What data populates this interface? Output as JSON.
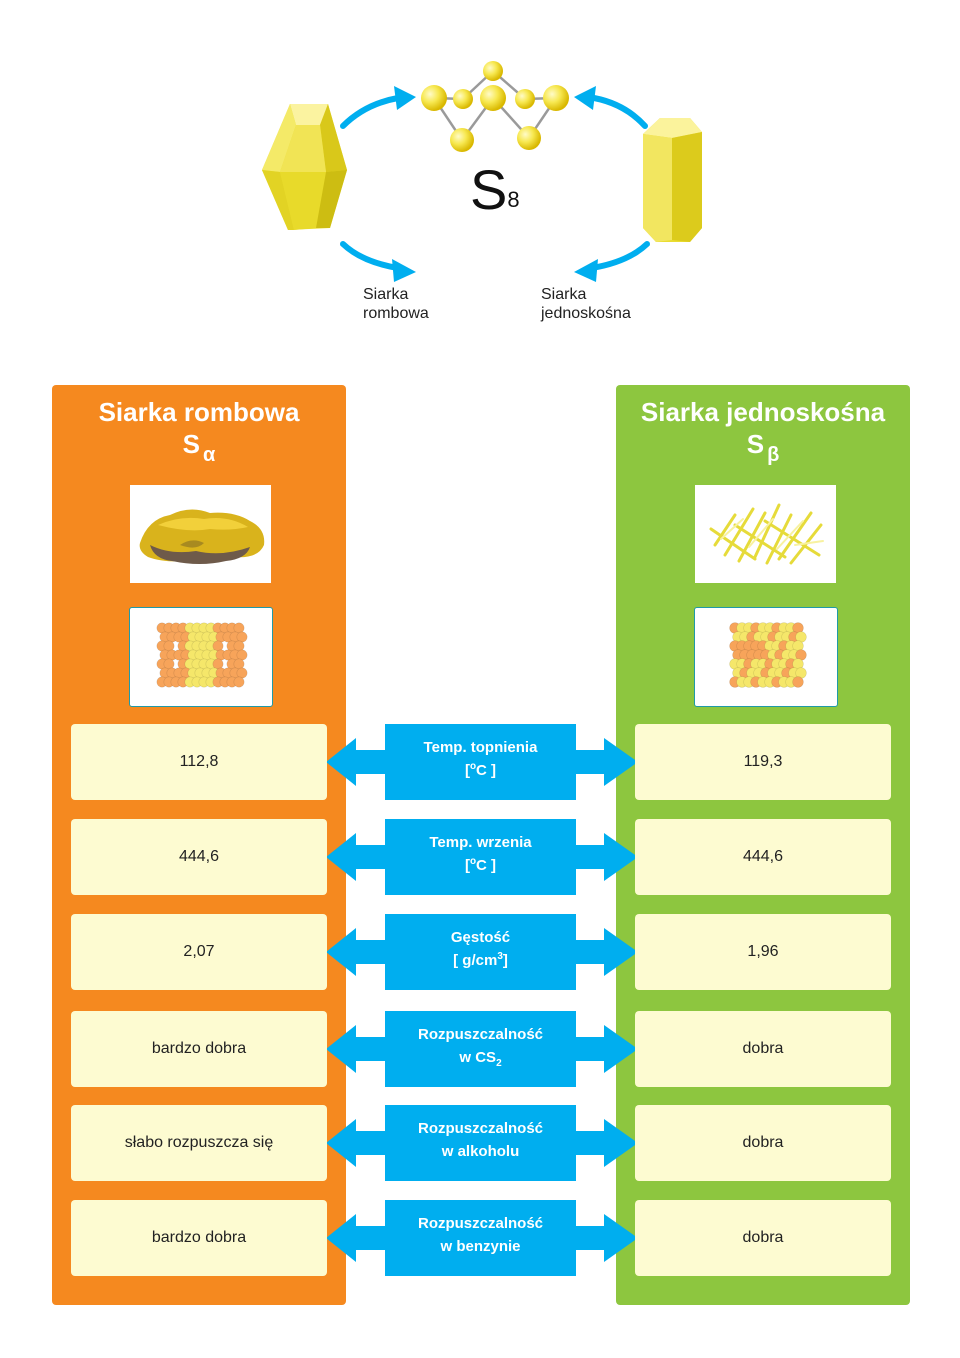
{
  "top": {
    "formula_main": "S",
    "formula_sub": "8",
    "label_left_line1": "Siarka",
    "label_left_line2": "rombowa",
    "label_right_line1": "Siarka",
    "label_right_line2": "jednoskośna"
  },
  "left": {
    "title": "Siarka rombowa",
    "symbol": "S",
    "symbol_sub": "α",
    "color": "#f5891f",
    "values": [
      "112,8",
      "444,6",
      "2,07",
      "bardzo dobra",
      "słabo rozpuszcza się",
      "bardzo dobra"
    ]
  },
  "right": {
    "title": "Siarka jednoskośna",
    "symbol": "S",
    "symbol_sub": "β",
    "color": "#8dc63f",
    "values": [
      "119,3",
      "444,6",
      "1,96",
      "dobra",
      "dobra",
      "dobra"
    ]
  },
  "properties": [
    {
      "line1": "Temp. topnienia",
      "line2_pre": "[",
      "sup": "o",
      "line2_post": "C ]",
      "sub": ""
    },
    {
      "line1": "Temp. wrzenia",
      "line2_pre": "[",
      "sup": "o",
      "line2_post": "C ]",
      "sub": ""
    },
    {
      "line1": "Gęstość",
      "line2_pre": "[ g/cm",
      "sup": "3",
      "line2_post": "]",
      "sub": ""
    },
    {
      "line1": "Rozpuszczalność",
      "line2_pre": "w CS",
      "sup": "",
      "line2_post": "",
      "sub": "2"
    },
    {
      "line1": "Rozpuszczalność",
      "line2_pre": "w alkoholu",
      "sup": "",
      "line2_post": "",
      "sub": ""
    },
    {
      "line1": "Rozpuszczalność",
      "line2_pre": "w benzynie",
      "sup": "",
      "line2_post": "",
      "sub": ""
    }
  ],
  "colors": {
    "arrow": "#00aeef",
    "cell": "#fdfbd1",
    "sulfur": "#f2e34c"
  }
}
